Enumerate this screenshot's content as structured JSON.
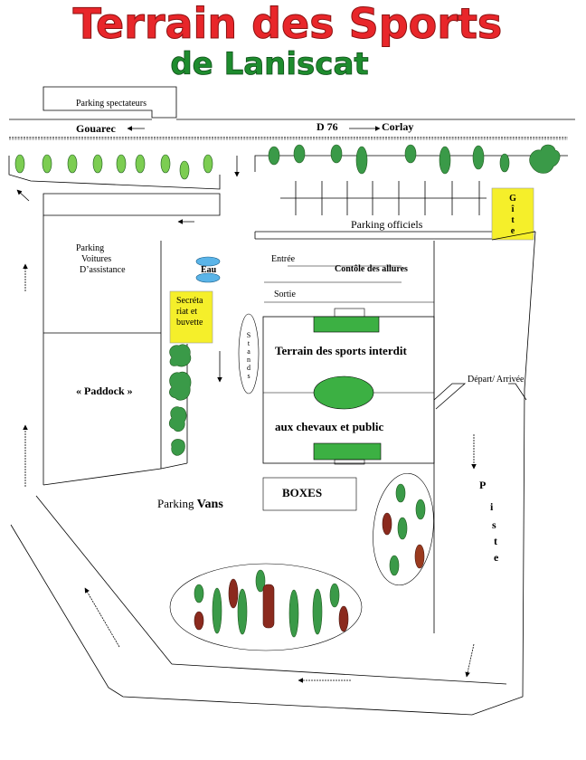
{
  "title": {
    "line1": "Terrain des Sports",
    "line2": "de Laniscat"
  },
  "colors": {
    "title_red": "#e8262a",
    "title_green": "#1e8c2e",
    "field_green": "#3cb043",
    "tree_green": "#3a9a48",
    "tree_light": "#7ccd52",
    "tree_red": "#9a3a1e",
    "label_yellow": "#f5ef2a",
    "water_blue": "#5ab4e8"
  },
  "road": {
    "parking_spectateurs": "Parking spectateurs",
    "gouarec": "Gouarec",
    "d76": "D 76",
    "corlay": "Corlay"
  },
  "gite": {
    "letters": [
      "G",
      "î",
      "t",
      "e"
    ]
  },
  "parking_officiels": "Parking   officiels",
  "parking_assistance": {
    "line1": "Parking",
    "line2": "Voitures",
    "line3": "D’assistance"
  },
  "eau": "Eau",
  "secretariat": {
    "line1": "Secréta",
    "line2": "riat et",
    "line3": "buvette"
  },
  "entree": "Entrée",
  "controle": "Contôle des allures",
  "sortie": "Sortie",
  "stands": {
    "letters": [
      "S",
      "t",
      "a",
      "n",
      "d",
      "s"
    ]
  },
  "terrain": {
    "line1": "Terrain des sports interdit",
    "line2": "aux chevaux et public"
  },
  "paddock": "« Paddock »",
  "depart": "Départ/ Arrivée",
  "boxes": "BOXES",
  "parking_vans": {
    "prefix": "Parking ",
    "bold": "Vans"
  },
  "piste": {
    "letters": [
      "P",
      "i",
      "s",
      "t",
      "e"
    ]
  }
}
